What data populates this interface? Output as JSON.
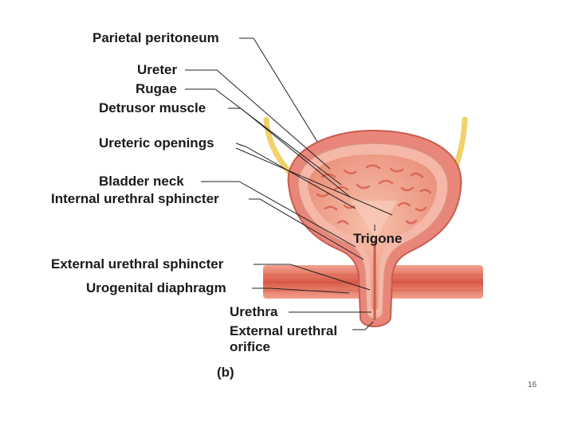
{
  "labels": {
    "parietal_peritoneum": "Parietal peritoneum",
    "ureter": "Ureter",
    "rugae": "Rugae",
    "detrusor_muscle": "Detrusor muscle",
    "ureteric_openings": "Ureteric openings",
    "bladder_neck": "Bladder neck",
    "internal_urethral_sphincter": "Internal urethral sphincter",
    "trigone": "Trigone",
    "external_urethral_sphincter": "External urethral sphincter",
    "urogenital_diaphragm": "Urogenital diaphragm",
    "urethra": "Urethra",
    "external_urethral_orifice_line1": "External urethral",
    "external_urethral_orifice_line2": "orifice",
    "panel": "(b)"
  },
  "page_number": "16",
  "colors": {
    "muscle_wall": "#e8867a",
    "wall_light": "#f4b7a8",
    "interior": "#f2a68f",
    "rugae": "#d9604e",
    "ureter": "#f1d26a",
    "diaphragm": "#e07060",
    "leader_line": "#222222"
  }
}
